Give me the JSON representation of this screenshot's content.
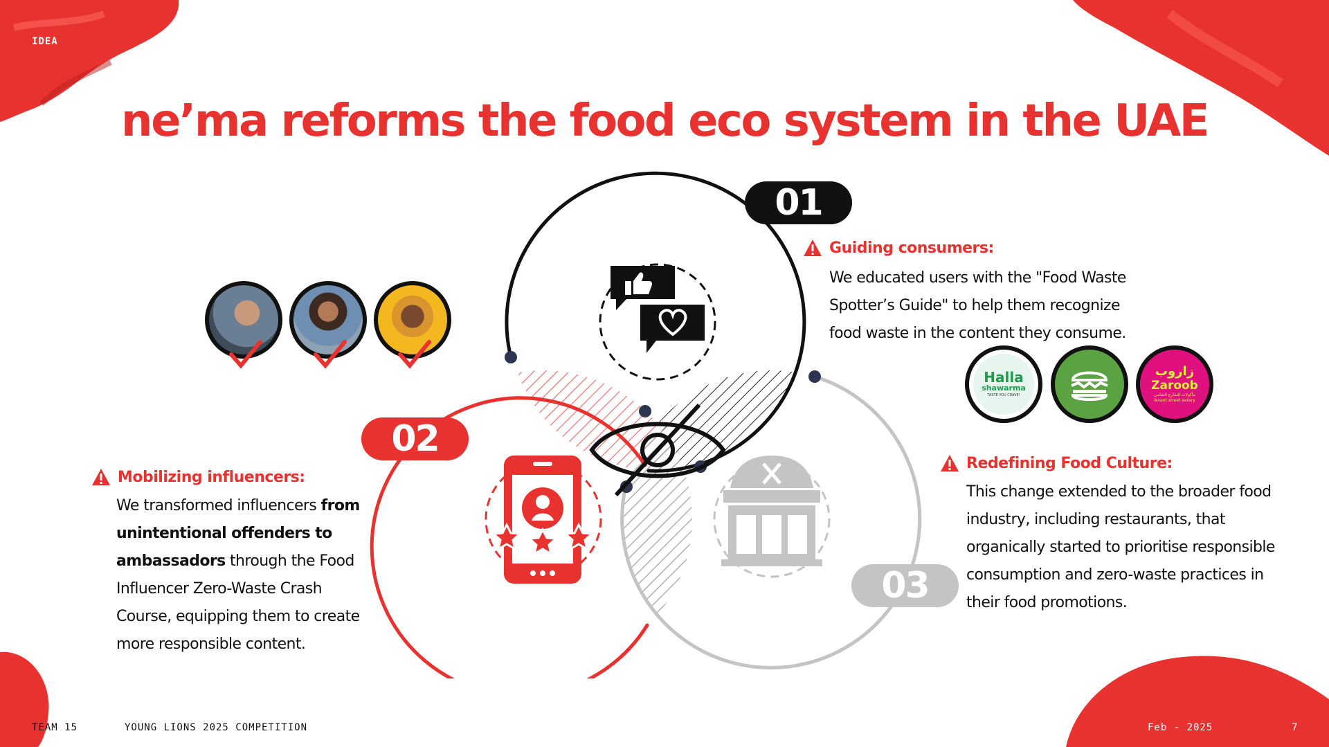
{
  "header": {
    "section_label": "IDEA"
  },
  "title": "ne’ma reforms the food eco system in the UAE",
  "pillars": [
    {
      "number": "01",
      "heading": "Guiding consumers:",
      "lines": [
        "We educated users with the \"Food Waste",
        "Spotter’s Guide\" to help them recognize",
        "food waste in the content they consume."
      ]
    },
    {
      "number": "02",
      "heading": "Mobilizing  influencers:",
      "l1_pre": "We transformed influencers ",
      "l1_bold": "from",
      "l2_bold": "unintentional offenders to",
      "l3_bold": "ambassadors",
      "l3_post": " through the Food",
      "l4": "Influencer Zero-Waste Crash",
      "l5": "Course, equipping them to create",
      "l6": "more responsible content."
    },
    {
      "number": "03",
      "heading": "Redefining Food Culture:",
      "lines": [
        "This change extended to the broader food",
        "industry, including restaurants, that",
        "organically started to prioritise responsible",
        "consumption and zero-waste practices in",
        "their food promotions."
      ]
    }
  ],
  "brands": {
    "halla_1": "Halla",
    "halla_2": "shawarma",
    "halla_3": "TASTE YOU CRAVE!",
    "zaroob_ar": "زاروب",
    "zaroob_en": "Zaroob",
    "zaroob_ar2": "مأكولات الشارع الشامي",
    "zaroob_tag": "levant street eatery"
  },
  "footer": {
    "team": "TEAM 15",
    "competition": "YOUNG LIONS 2025 COMPETITION",
    "date": "Feb - 2025",
    "page": "7"
  },
  "colors": {
    "accent": "#e8322f",
    "grey": "#c4c4c4",
    "dark": "#111111",
    "dot": "#2e3550"
  },
  "icons": [
    "warning-icon",
    "thumbs-up-icon",
    "heart-icon",
    "eye-slash-icon",
    "phone-profile-icon",
    "star-icon",
    "restaurant-icon",
    "burger-icon",
    "checkmark-icon"
  ]
}
